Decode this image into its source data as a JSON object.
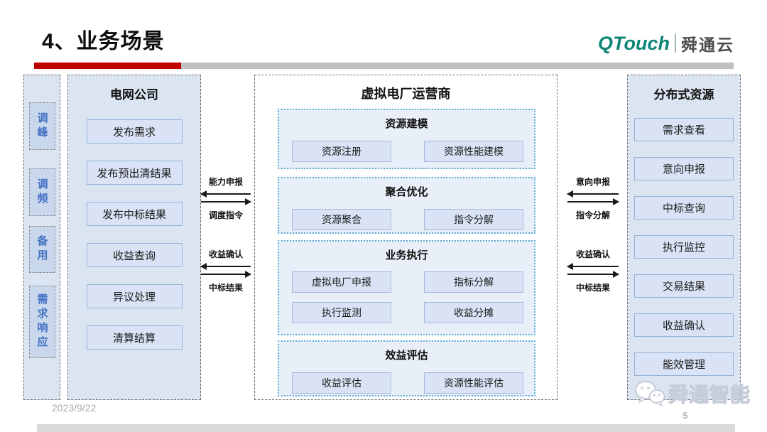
{
  "page": {
    "title": "4、业务场景",
    "date": "2023/9/22",
    "page_number": "5"
  },
  "logo": {
    "name": "QTouch",
    "brand": "舜通云"
  },
  "watermark": {
    "text": "舜通智能"
  },
  "colors": {
    "accent_red": "#c00000",
    "brand_teal": "#0f8577",
    "panel_blue": "#dbe5f2",
    "box_fill_blue": "#d9e3f5",
    "box_border_blue": "#95b3d7",
    "section_border_cyan": "#5fb0d5",
    "sidebar_text_blue": "#4472c4"
  },
  "sidebar": {
    "items": [
      "调峰",
      "调频",
      "备用",
      "需求响应"
    ]
  },
  "grid_company": {
    "title": "电网公司",
    "items": [
      "发布需求",
      "发布预出清结果",
      "发布中标结果",
      "收益查询",
      "异议处理",
      "清算结算"
    ]
  },
  "vpp": {
    "title": "虚拟电厂运营商",
    "sections": [
      {
        "title": "资源建模",
        "items": [
          "资源注册",
          "资源性能建模"
        ]
      },
      {
        "title": "聚合优化",
        "items": [
          "资源聚合",
          "指令分解"
        ]
      },
      {
        "title": "业务执行",
        "items": [
          "虚拟电厂申报",
          "指标分解",
          "执行监测",
          "收益分摊"
        ]
      },
      {
        "title": "效益评估",
        "items": [
          "收益评估",
          "资源性能评估"
        ]
      }
    ]
  },
  "distributed": {
    "title": "分布式资源",
    "items": [
      "需求查看",
      "意向申报",
      "中标查询",
      "执行监控",
      "交易结果",
      "收益确认",
      "能效管理"
    ]
  },
  "flows": {
    "grid_vpp": [
      {
        "up": "能力申报",
        "down": "调度指令"
      },
      {
        "up": "收益确认",
        "down": "中标结果"
      }
    ],
    "vpp_dist": [
      {
        "up": "意向申报",
        "down": "指令分解"
      },
      {
        "up": "收益确认",
        "down": "中标结果"
      }
    ]
  }
}
